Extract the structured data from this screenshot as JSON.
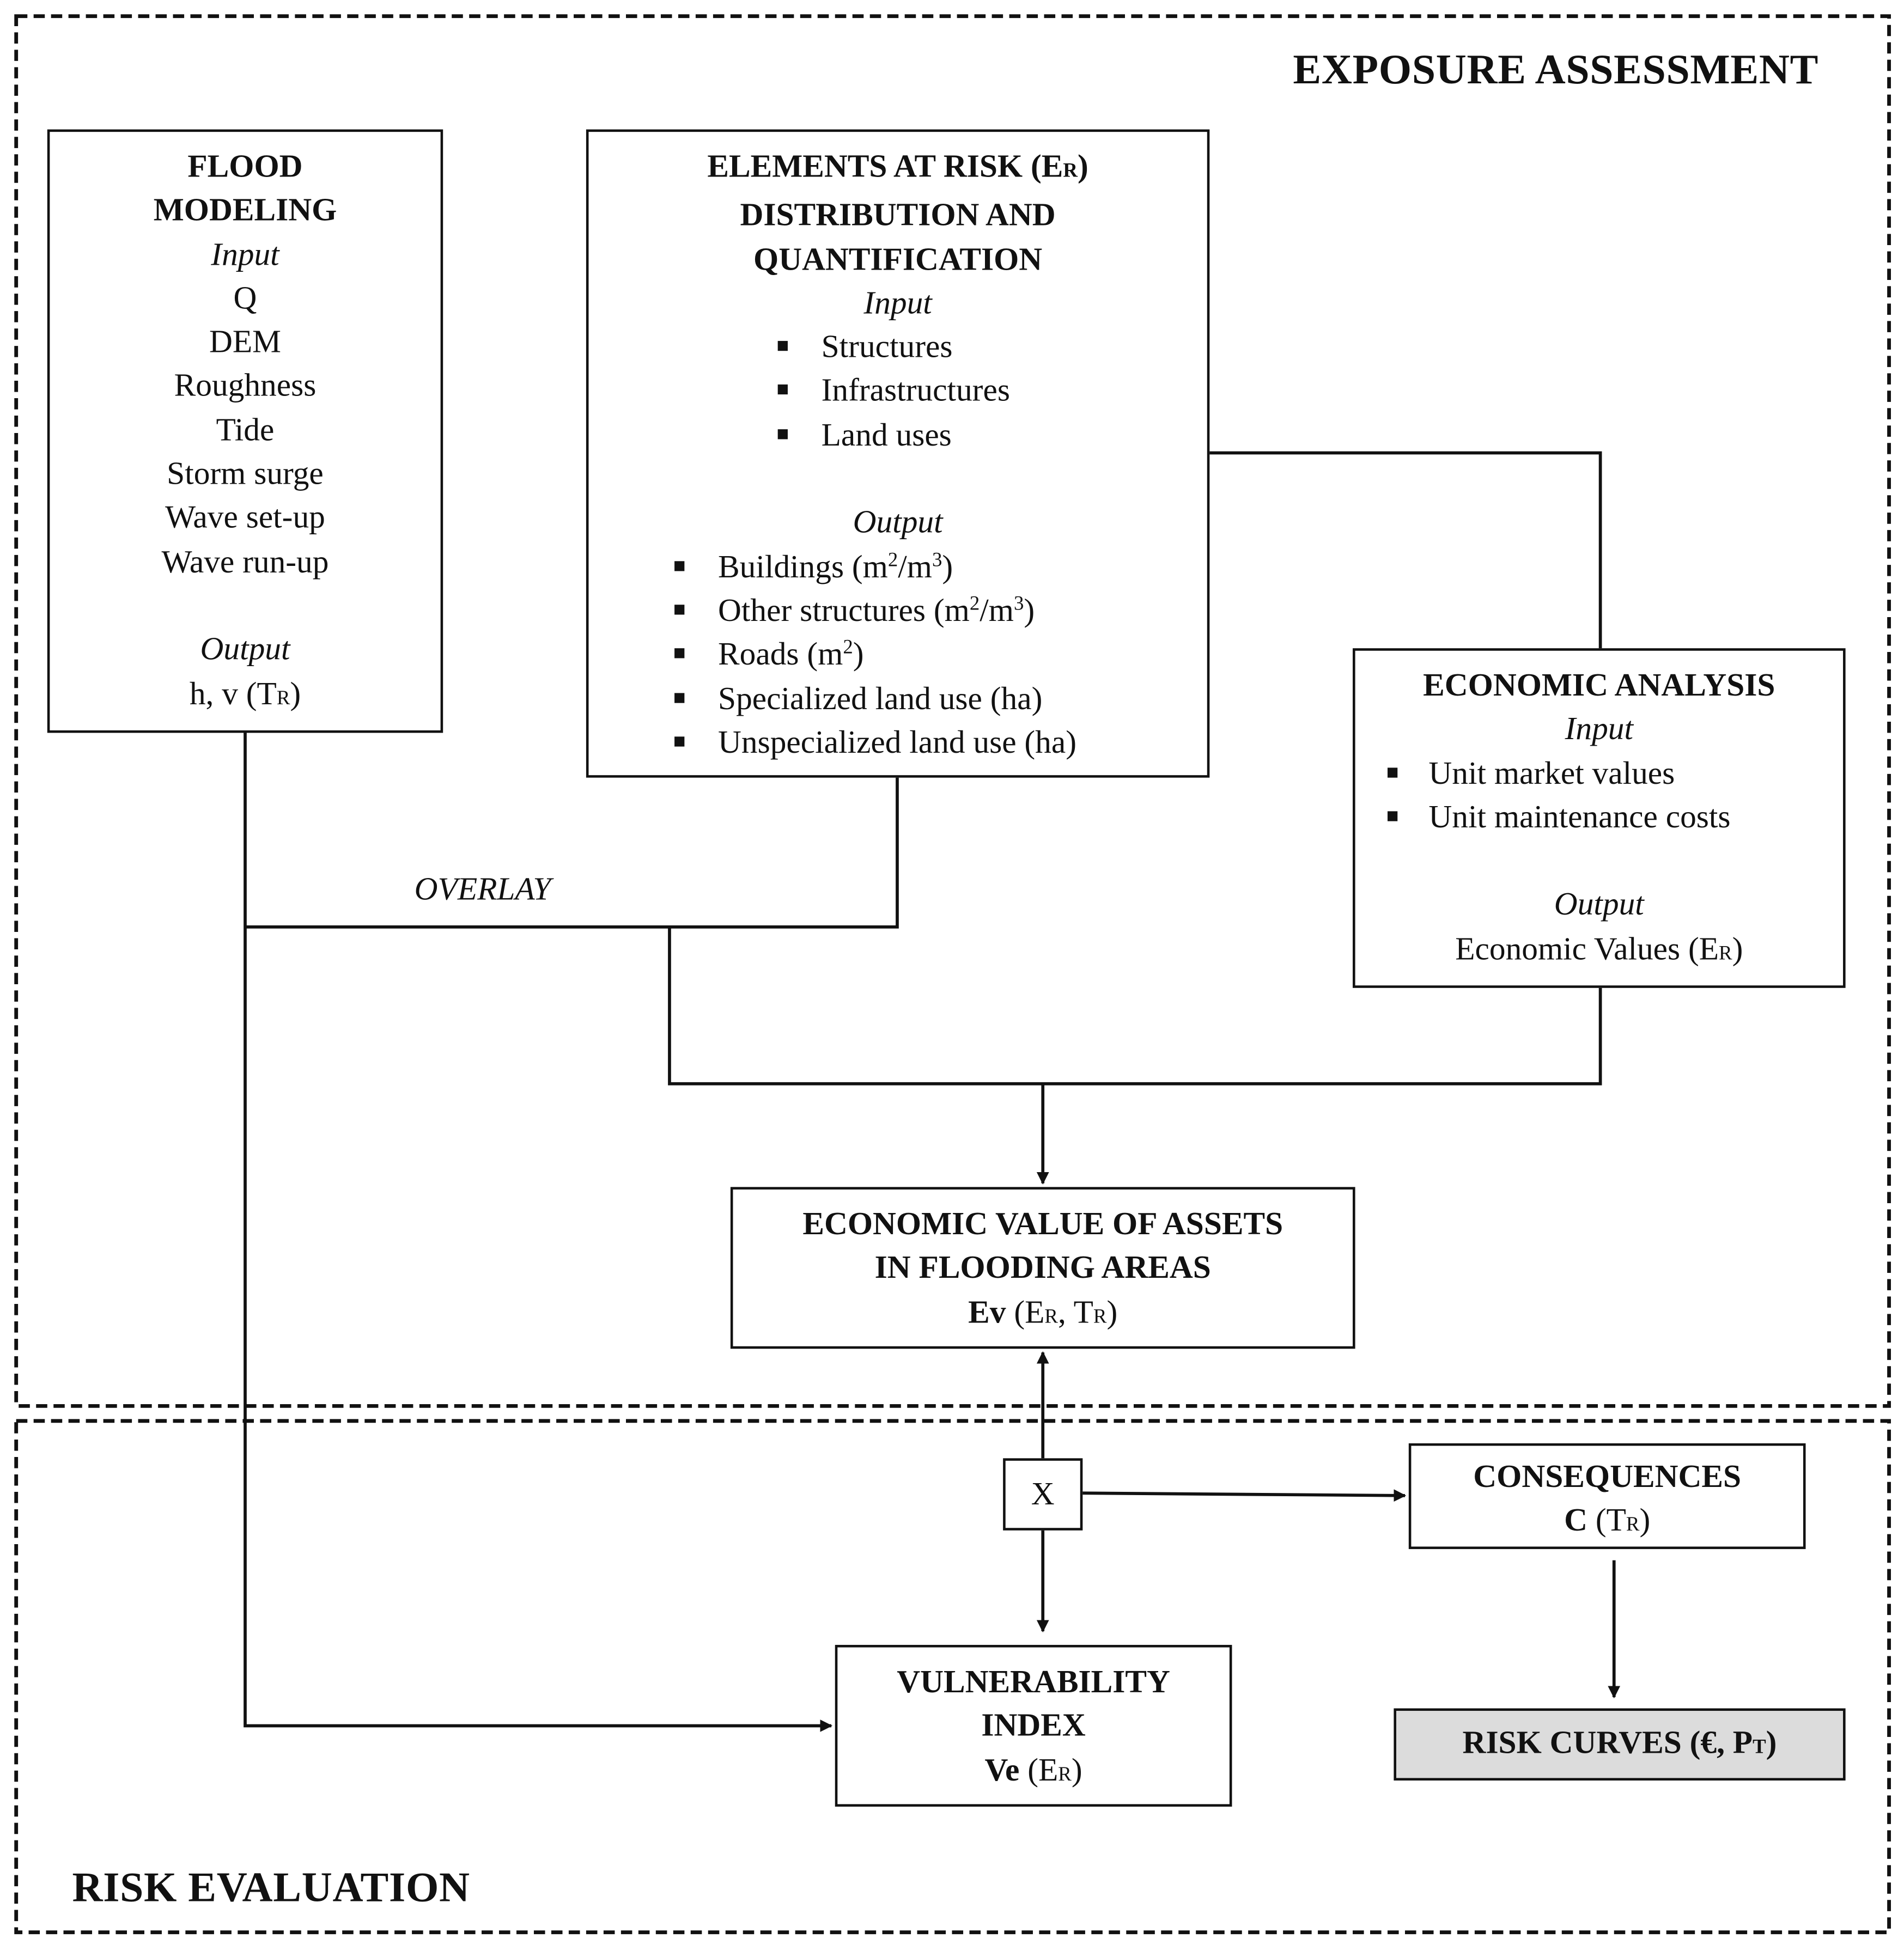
{
  "sections": {
    "exposure": "EXPOSURE ASSESSMENT",
    "risk": "RISK EVALUATION"
  },
  "flood_modeling": {
    "title_1": "FLOOD",
    "title_2": "MODELING",
    "input_label": "Input",
    "inputs": [
      "Q",
      "DEM",
      "Roughness",
      "Tide",
      "Storm surge",
      "Wave set-up",
      "Wave run-up"
    ],
    "output_label": "Output",
    "output_main": "h, v (T",
    "output_sub": "R",
    "output_end": ")"
  },
  "elements_at_risk": {
    "title_1": "ELEMENTS AT RISK (E",
    "title_1_sub": "R",
    "title_1_end": ")",
    "title_2": "DISTRIBUTION AND",
    "title_3": "QUANTIFICATION",
    "input_label": "Input",
    "inputs": [
      "Structures",
      "Infrastructures",
      "Land uses"
    ],
    "output_label": "Output",
    "outputs": {
      "buildings": "Buildings (m",
      "other_structures": "Other structures (m",
      "roads": "Roads (m",
      "specialized": "Specialized land use (ha)",
      "unspecialized": "Unspecialized land use (ha)"
    },
    "units": {
      "sq": "2",
      "cu": "3",
      "slash": "/m",
      "close": ")"
    }
  },
  "economic_analysis": {
    "title": "ECONOMIC ANALYSIS",
    "input_label": "Input",
    "inputs": [
      "Unit market values",
      "Unit maintenance costs"
    ],
    "output_label": "Output",
    "output_main": "Economic Values (E",
    "output_sub": "R",
    "output_end": ")"
  },
  "overlay_label": "OVERLAY",
  "economic_value_assets": {
    "title_1": "ECONOMIC VALUE OF ASSETS",
    "title_2": "IN FLOODING AREAS",
    "symbol": "Ev",
    "args_1": " (E",
    "args_1_sub": "R",
    "args_2": ", T",
    "args_2_sub": "R",
    "args_end": ")"
  },
  "multiply_node": "X",
  "consequences": {
    "title": "CONSEQUENCES",
    "symbol": "C",
    "args": " (T",
    "args_sub": "R",
    "args_end": ")"
  },
  "vulnerability_index": {
    "title_1": "VULNERABILITY",
    "title_2": "INDEX",
    "symbol": "Ve",
    "args": " (E",
    "args_sub": "R",
    "args_end": ")"
  },
  "risk_curves": {
    "text": "RISK CURVES (€, P",
    "sub": "T",
    "end": ")",
    "fill": "#dcdcdc"
  }
}
